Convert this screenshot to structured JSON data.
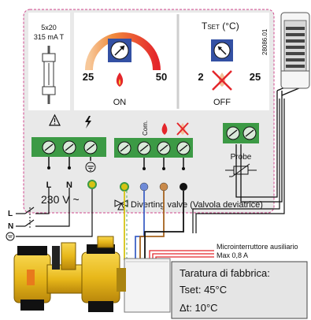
{
  "fuse": {
    "rating_line1": "5x20",
    "rating_line2": "315 mA T"
  },
  "thermostat": {
    "label_t": "T",
    "label_sub": "SET",
    "label_unit": " (°C)",
    "dial1_min": "25",
    "dial1_max": "50",
    "state_on": "ON",
    "dial2_min": "2",
    "dial2_max": "25",
    "state_off": "OFF",
    "doc_code": "28086.01"
  },
  "terminals": {
    "L": "L",
    "N": "N",
    "com": "Com.",
    "probe_label": "Probe",
    "supply_voltage": "230 V ~",
    "valve_caption": "Diverting valve (Valvola deviatrice)"
  },
  "external": {
    "L": "L",
    "N": "N",
    "aux_line1": "Microinterruttore ausiliario",
    "aux_line2": "Max 0,8 A"
  },
  "factory": {
    "title": "Taratura di fabbrica:",
    "tset": "Tset: 45°C",
    "dt": "Δt: 10°C"
  },
  "colors": {
    "border_dashed": "#d0468c",
    "panel_bg": "#e9e9e9",
    "terminal_green": "#3c9a45",
    "arc_orange": "#f3a15a",
    "arc_red": "#e4262b",
    "knob_blue": "#3350a3",
    "brass": "#e8b81a",
    "wire_yellow": "#d6c312",
    "wire_blue": "#3f62c6",
    "wire_brown": "#a5631f",
    "wire_black": "#111111"
  }
}
